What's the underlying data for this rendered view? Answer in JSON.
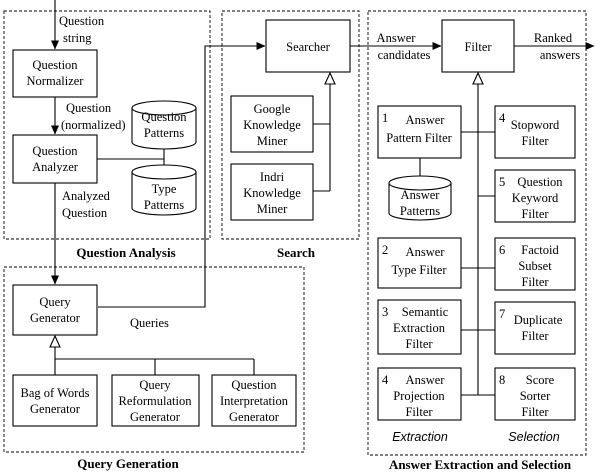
{
  "sections": {
    "question_analysis": "Question Analysis",
    "search": "Search",
    "query_generation": "Query Generation",
    "answer_extraction": "Answer Extraction and Selection"
  },
  "nodes": {
    "question_normalizer": [
      "Question",
      "Normalizer"
    ],
    "question_analyzer": [
      "Question",
      "Analyzer"
    ],
    "question_patterns": [
      "Question",
      "Patterns"
    ],
    "type_patterns": [
      "Type",
      "Patterns"
    ],
    "searcher": [
      "Searcher"
    ],
    "google_miner": [
      "Google",
      "Knowledge",
      "Miner"
    ],
    "indri_miner": [
      "Indri",
      "Knowledge",
      "Miner"
    ],
    "filter": [
      "Filter"
    ],
    "query_generator": [
      "Query",
      "Generator"
    ],
    "bow_generator": [
      "Bag of Words",
      "Generator"
    ],
    "reformulation_generator": [
      "Query",
      "Reformulation",
      "Generator"
    ],
    "interpretation_generator": [
      "Question",
      "Interpretation",
      "Generator"
    ],
    "answer_patterns": [
      "Answer",
      "Patterns"
    ]
  },
  "filters": [
    {
      "num": "1",
      "lines": [
        "Answer",
        "Pattern Filter"
      ]
    },
    {
      "num": "2",
      "lines": [
        "Answer",
        "Type Filter"
      ]
    },
    {
      "num": "3",
      "lines": [
        "Semantic",
        "Extraction",
        "Filter"
      ]
    },
    {
      "num": "4",
      "lines": [
        "Answer",
        "Projection",
        "Filter"
      ]
    },
    {
      "num": "4",
      "lines": [
        "Stopword",
        "Filter"
      ]
    },
    {
      "num": "5",
      "lines": [
        "Question",
        "Keyword",
        "Filter"
      ]
    },
    {
      "num": "6",
      "lines": [
        "Factoid",
        "Subset",
        "Filter"
      ]
    },
    {
      "num": "7",
      "lines": [
        "Duplicate",
        "Filter"
      ]
    },
    {
      "num": "8",
      "lines": [
        "Score",
        "Sorter",
        "Filter"
      ]
    }
  ],
  "edge_labels": {
    "question_string": [
      "Question",
      "string"
    ],
    "question_normalized": [
      "Question",
      "(normalized)"
    ],
    "analyzed_question": [
      "Analyzed",
      "Question"
    ],
    "queries": [
      "Queries"
    ],
    "answer_candidates": [
      "Answer",
      "candidates"
    ],
    "ranked_answers": [
      "Ranked",
      "answers"
    ]
  },
  "columns": {
    "extraction": "Extraction",
    "selection": "Selection"
  }
}
